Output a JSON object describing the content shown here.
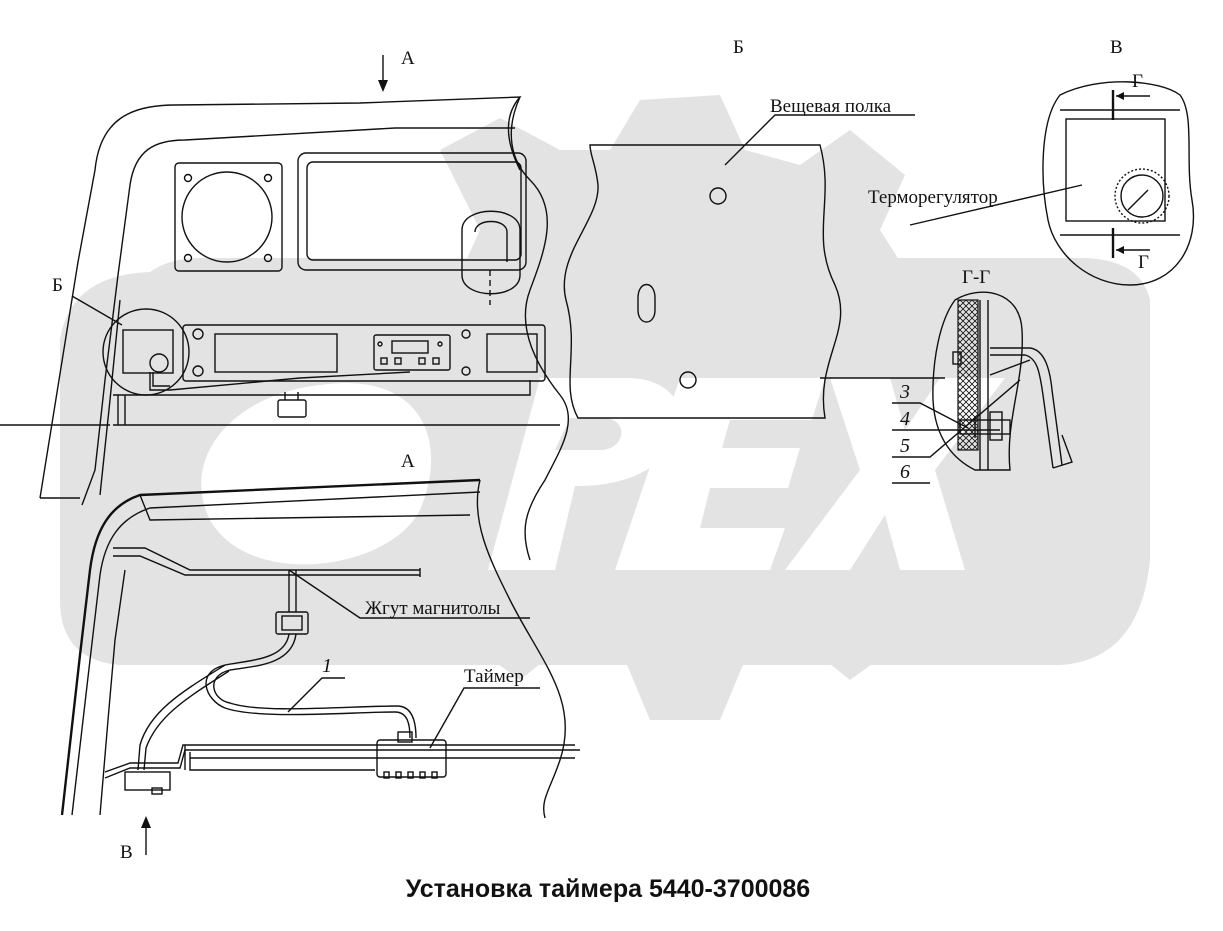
{
  "title": "Установка таймера 5440-3700086",
  "watermark": {
    "text": "OPEX",
    "color": "#e3e3e3"
  },
  "view_labels": {
    "a_top": "А",
    "a_mid": "А",
    "b_left": "Б",
    "b_top": "Б",
    "v_top": "В",
    "v_bottom": "В"
  },
  "section_labels": {
    "g_top": "Г",
    "g_bottom": "Г",
    "gg": "Г-Г"
  },
  "callouts": {
    "shelf": "Вещевая полка",
    "thermo": "Терморегулятор",
    "harness": "Жгут магнитолы",
    "timer": "Таймер"
  },
  "part_numbers": {
    "p1": "1",
    "p3": "3",
    "p4": "4",
    "p5": "5",
    "p6": "6"
  }
}
